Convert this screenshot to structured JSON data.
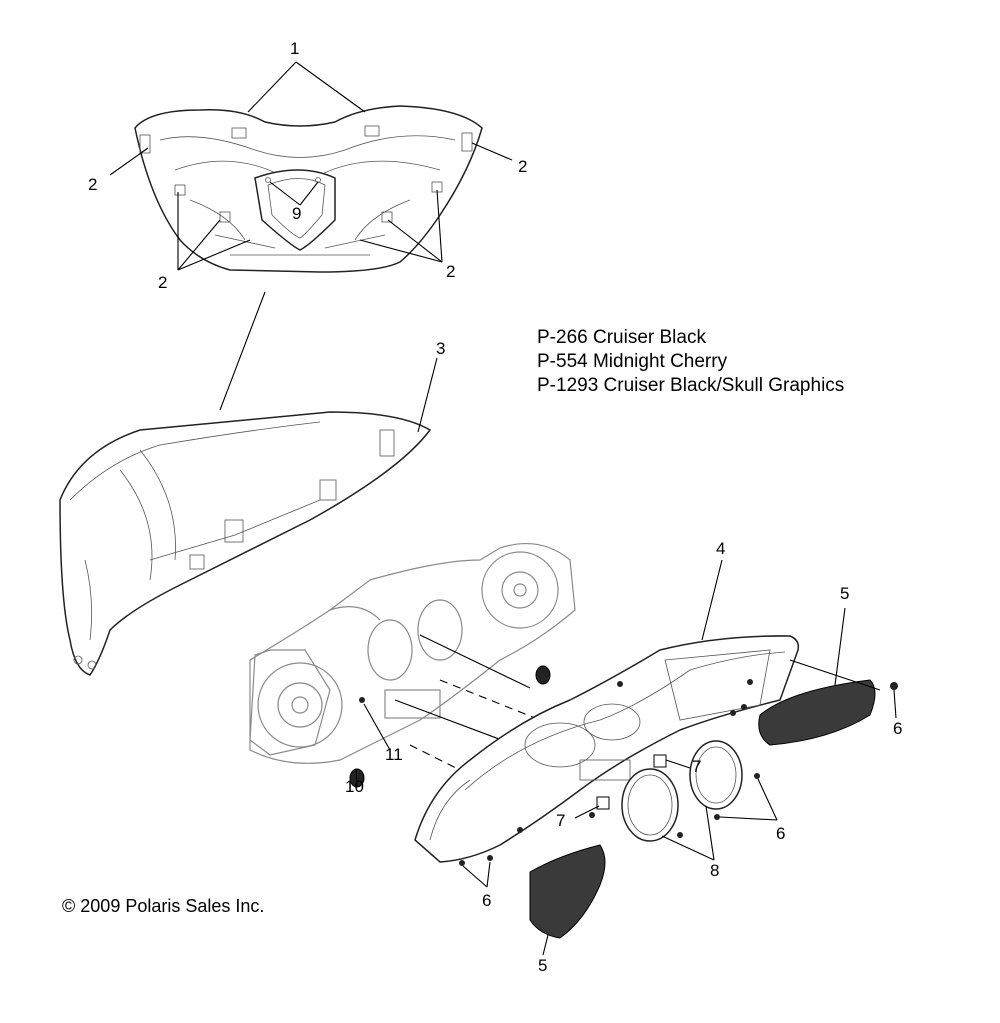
{
  "callouts": [
    "1",
    "2",
    "2",
    "9",
    "2",
    "2",
    "2",
    "3",
    "4",
    "5",
    "6",
    "7",
    "11",
    "10",
    "7",
    "6",
    "8",
    "6",
    "5"
  ],
  "color_notes": [
    "P-266  Cruiser Black",
    "P-554  Midnight Cherry",
    "P-1293 Cruiser Black/Skull Graphics"
  ],
  "copyright": "2009 Polaris Sales Inc.",
  "copyright_symbol": "©"
}
